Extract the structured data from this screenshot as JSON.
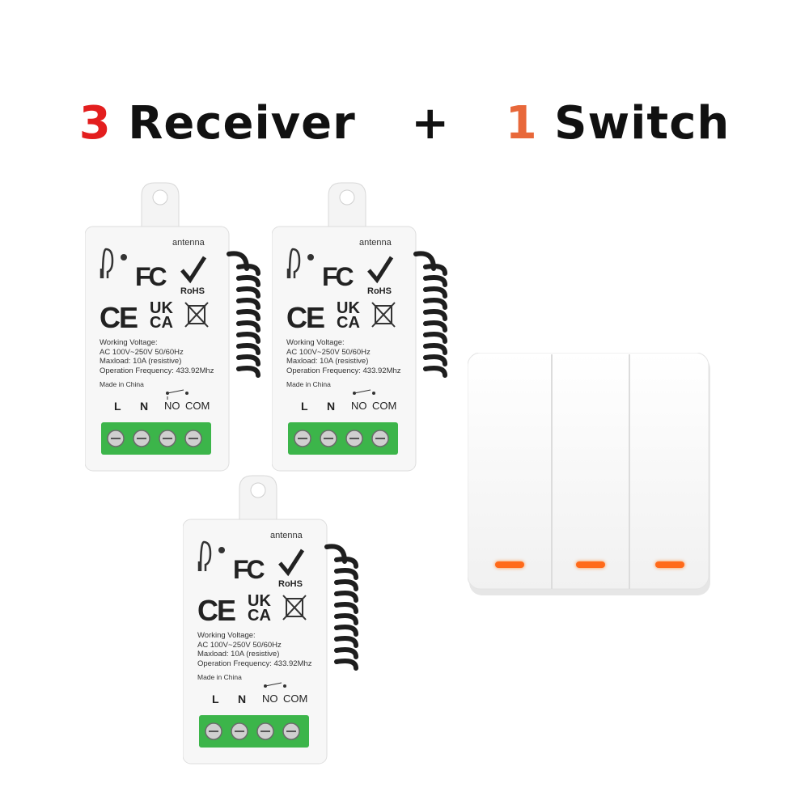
{
  "headline": {
    "left_number": "3",
    "left_text": "Receiver",
    "plus": "+",
    "right_number": "1",
    "right_text": "Switch",
    "left_number_color": "#e31e1e",
    "right_number_color": "#e8683a"
  },
  "receiver_label": {
    "antenna": "antenna",
    "fcc": "FC",
    "rohs": "RoHS",
    "ce": "CE",
    "ukca": "UK CA",
    "working_voltage": "Working Voltage:",
    "voltage_range": "AC 100V~250V 50/60Hz",
    "maxload": "Maxload: 10A (resistive)",
    "frequency": "Operation Frequency: 433.92Mhz",
    "made_in": "Made in China",
    "terminal_l": "L",
    "terminal_n": "N",
    "terminal_no": "NO",
    "terminal_com": "COM"
  },
  "switch": {
    "gangs": 3,
    "indicator_color": "#ff6a1a"
  },
  "colors": {
    "terminal_block": "#3cb54a",
    "cable": "#1e1e1e",
    "body": "#ffffff"
  }
}
